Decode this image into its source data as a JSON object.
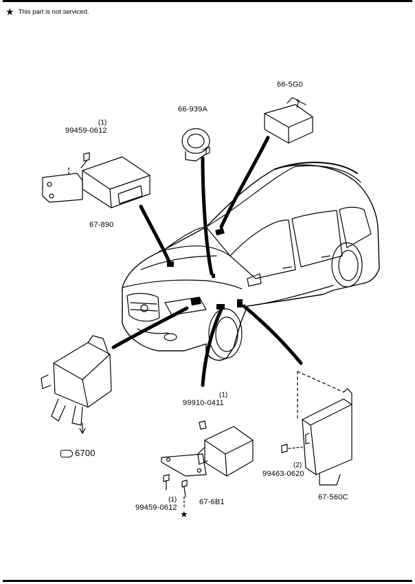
{
  "note": {
    "symbol": "★",
    "text": "This part is not serviced."
  },
  "parts": {
    "p_665g0": "66-5G0",
    "p_66939a": "66-939A",
    "p_bolt_top_qty": "(1)",
    "p_bolt_top": "99459-0612",
    "p_67890": "67-890",
    "p_6700": "6700",
    "p_nut_qty": "(1)",
    "p_nut": "99910-0411",
    "p_676b1": "67-6B1",
    "p_bolt_bottom_qty": "(1)",
    "p_bolt_bottom": "99459-0612",
    "p_bolt_right_qty": "(2)",
    "p_bolt_right": "99463-0620",
    "p_67560c": "67-560C"
  },
  "star_symbol": "★",
  "ref_arrow_icon": "pointing-hand-icon"
}
